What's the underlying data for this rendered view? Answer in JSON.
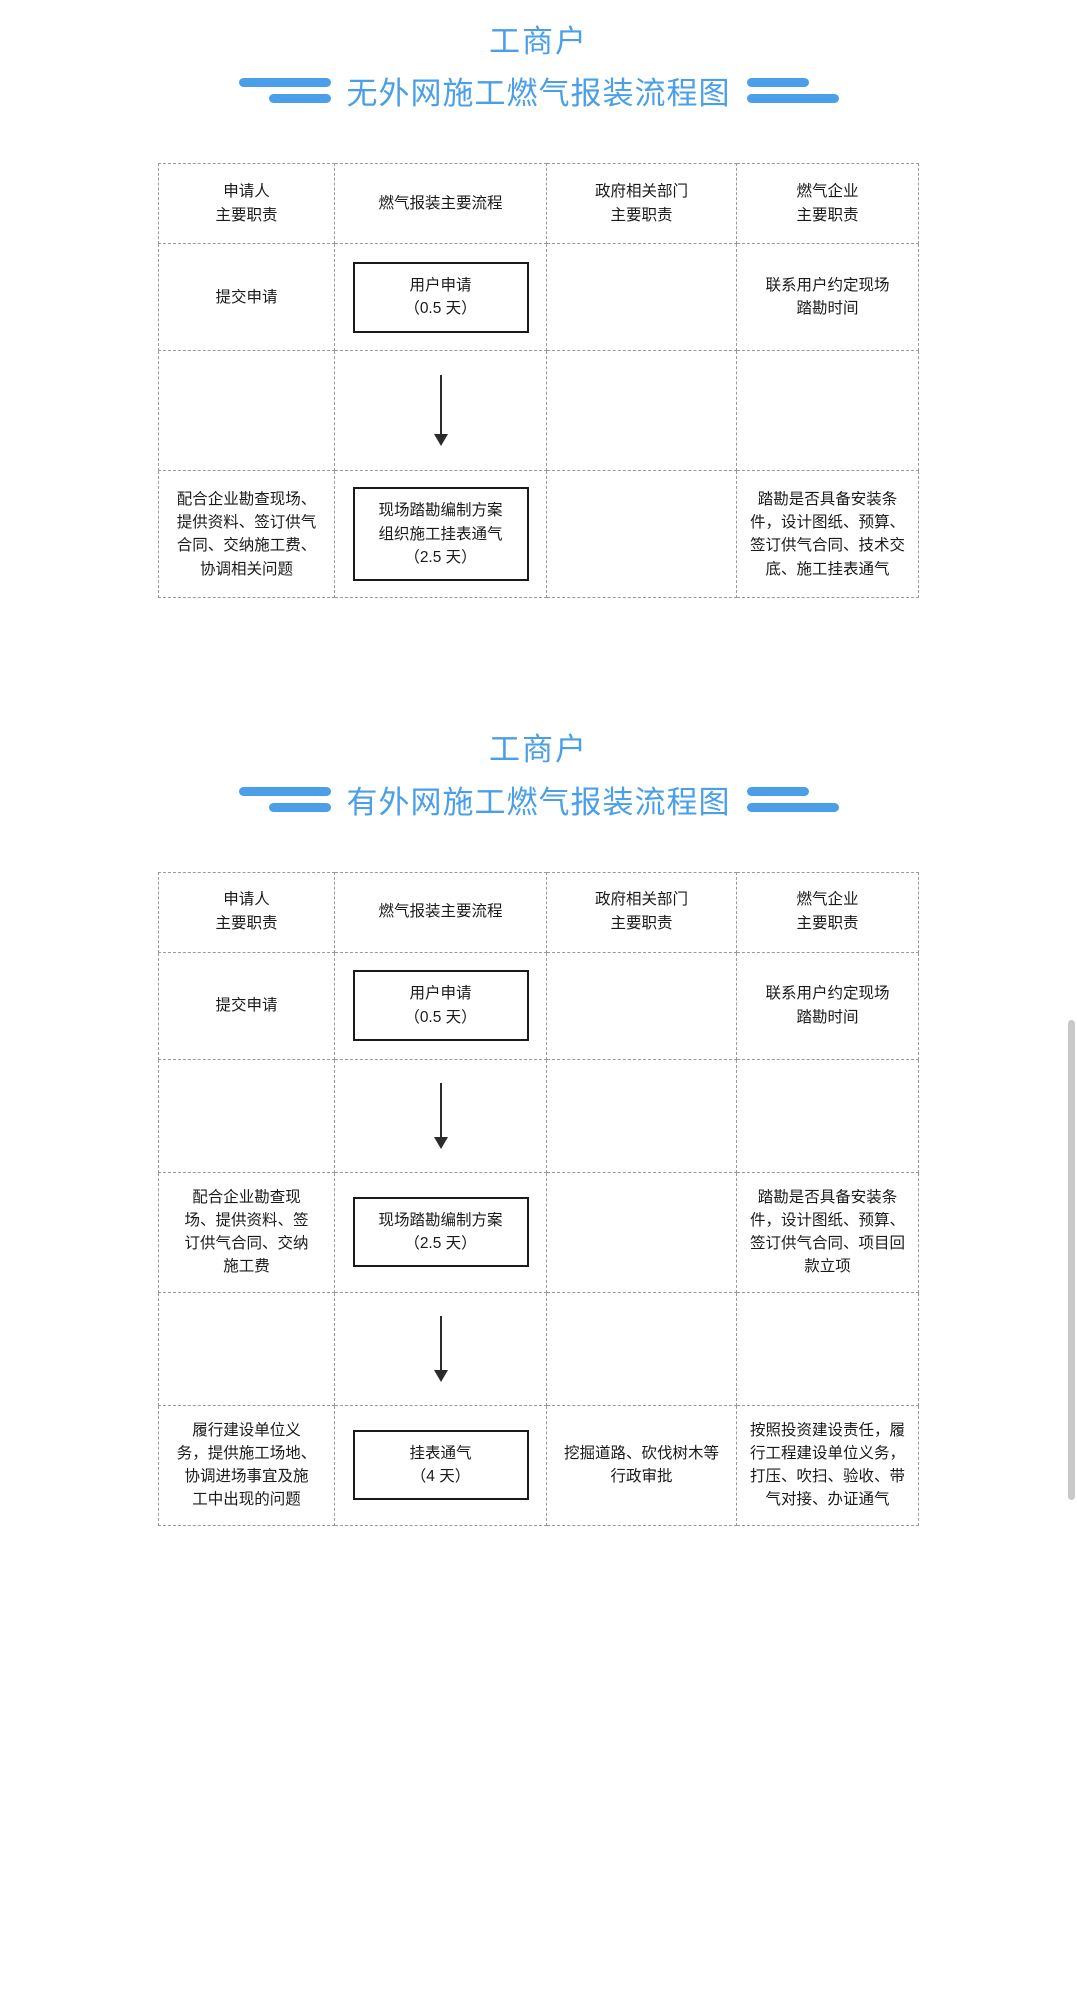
{
  "page": {
    "background": "#ffffff",
    "accent_color": "#4a9fe8",
    "border_color": "#9a9a9a",
    "node_border_color": "#1a1a1a"
  },
  "sections": [
    {
      "id": "no-external-network",
      "main_title": "工商户",
      "sub_title": "无外网施工燃气报装流程图",
      "table": {
        "headers": [
          {
            "line1": "申请人",
            "line2": "主要职责"
          },
          {
            "line1": "燃气报装主要流程",
            "line2": ""
          },
          {
            "line1": "政府相关部门",
            "line2": "主要职责"
          },
          {
            "line1": "燃气企业",
            "line2": "主要职责"
          }
        ],
        "rows": [
          {
            "type": "content",
            "applicant": "提交申请",
            "process_node": {
              "label": "用户申请",
              "duration": "（0.5 天）"
            },
            "government": "",
            "gas_company": "联系用户约定现场\n踏勘时间"
          },
          {
            "type": "arrow",
            "applicant": "",
            "government": "",
            "gas_company": ""
          },
          {
            "type": "content",
            "applicant": "配合企业勘查现场、\n提供资料、签订供气\n合同、交纳施工费、\n协调相关问题",
            "process_node": {
              "label": "现场踏勘编制方案\n组织施工挂表通气",
              "duration": "（2.5 天）"
            },
            "government": "",
            "gas_company": "踏勘是否具备安装条\n件，设计图纸、预算、\n签订供气合同、技术交\n底、施工挂表通气"
          }
        ]
      }
    },
    {
      "id": "with-external-network",
      "main_title": "工商户",
      "sub_title": "有外网施工燃气报装流程图",
      "table": {
        "headers": [
          {
            "line1": "申请人",
            "line2": "主要职责"
          },
          {
            "line1": "燃气报装主要流程",
            "line2": ""
          },
          {
            "line1": "政府相关部门",
            "line2": "主要职责"
          },
          {
            "line1": "燃气企业",
            "line2": "主要职责"
          }
        ],
        "rows": [
          {
            "type": "content",
            "applicant": "提交申请",
            "process_node": {
              "label": "用户申请",
              "duration": "（0.5 天）"
            },
            "government": "",
            "gas_company": "联系用户约定现场\n踏勘时间"
          },
          {
            "type": "arrow",
            "applicant": "",
            "government": "",
            "gas_company": ""
          },
          {
            "type": "content",
            "applicant": "配合企业勘查现\n场、提供资料、签\n订供气合同、交纳\n施工费",
            "process_node": {
              "label": "现场踏勘编制方案",
              "duration": "（2.5 天）"
            },
            "government": "",
            "gas_company": "踏勘是否具备安装条\n件，设计图纸、预算、\n签订供气合同、项目回\n款立项"
          },
          {
            "type": "arrow",
            "applicant": "",
            "government": "",
            "gas_company": ""
          },
          {
            "type": "content",
            "applicant": "履行建设单位义\n务，提供施工场地、\n协调进场事宜及施\n工中出现的问题",
            "process_node": {
              "label": "挂表通气",
              "duration": "（4 天）"
            },
            "government": "挖掘道路、砍伐树木等\n行政审批",
            "gas_company": "按照投资建设责任，履\n行工程建设单位义务，\n打压、吹扫、验收、带\n气对接、办证通气"
          }
        ]
      }
    }
  ]
}
